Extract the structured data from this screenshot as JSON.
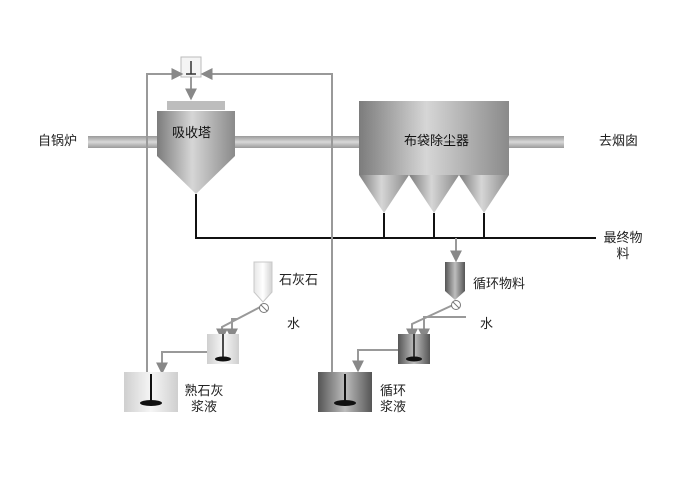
{
  "labels": {
    "from_boiler": "自锅炉",
    "absorber": "吸收塔",
    "bag_filter": "布袋除尘器",
    "to_chimney": "去烟囱",
    "final_material": "最终物料",
    "limestone": "石灰石",
    "water_1": "水",
    "recycled_material": "循环物料",
    "water_2": "水",
    "slaked_lime_slurry": "熟石灰浆液",
    "recycle_slurry": "循环浆液"
  }
}
